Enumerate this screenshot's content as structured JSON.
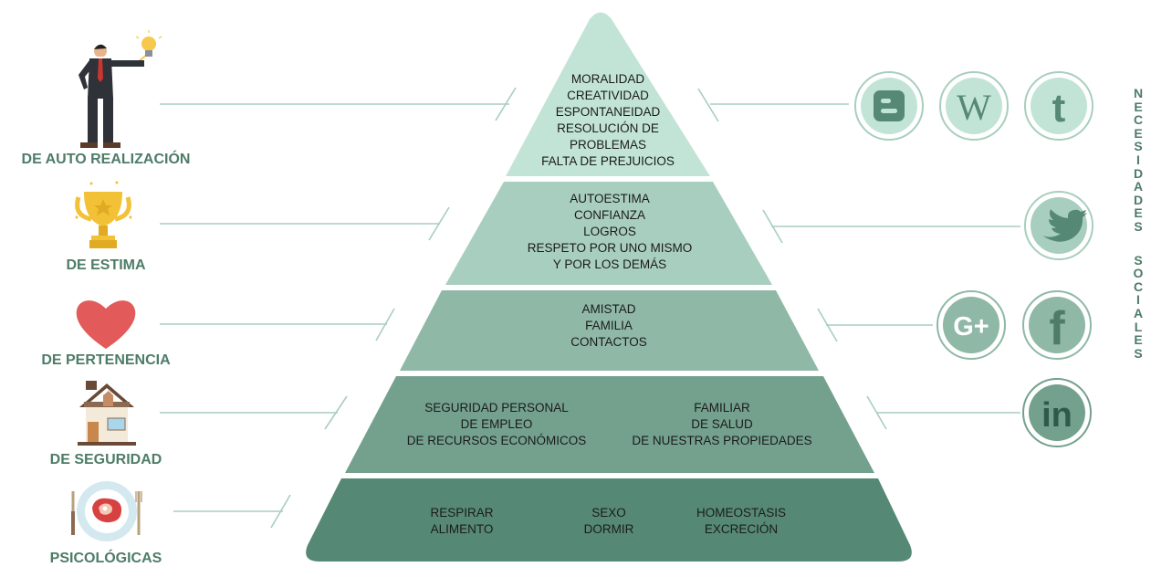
{
  "levels": [
    {
      "label": "DE AUTO REALIZACIÓN",
      "icon": "businessman-lightbulb-icon",
      "items": [
        "MORALIDAD",
        "CREATIVIDAD",
        "ESPONTANEIDAD",
        "RESOLUCIÓN DE",
        "PROBLEMAS",
        "FALTA DE PREJUICIOS"
      ]
    },
    {
      "label": "DE ESTIMA",
      "icon": "trophy-icon",
      "items": [
        "AUTOESTIMA",
        "CONFIANZA",
        "LOGROS",
        "RESPETO POR UNO MISMO",
        "Y POR LOS DEMÁS"
      ]
    },
    {
      "label": "DE PERTENENCIA",
      "icon": "heart-icon",
      "items": [
        "AMISTAD",
        "FAMILIA",
        "CONTACTOS"
      ]
    },
    {
      "label": "DE SEGURIDAD",
      "icon": "house-icon",
      "left_items": [
        "SEGURIDAD PERSONAL",
        "DE EMPLEO",
        "DE RECURSOS ECONÓMICOS"
      ],
      "right_items": [
        "FAMILIAR",
        "DE SALUD",
        "DE NUESTRAS PROPIEDADES"
      ]
    },
    {
      "label": "PSICOLÓGICAS",
      "icon": "plate-steak-icon",
      "col1": [
        "RESPIRAR",
        "ALIMENTO"
      ],
      "col2": [
        "SEXO",
        "DORMIR"
      ],
      "col3": [
        "HOMEOSTASIS",
        "EXCRECIÓN"
      ]
    }
  ],
  "tier_colors": [
    "#c2e4d6",
    "#a8cebf",
    "#8fb8a6",
    "#73a18d",
    "#568975"
  ],
  "social_icons": [
    "blogger-icon",
    "wordpress-icon",
    "tumblr-icon",
    "twitter-icon",
    "google-plus-icon",
    "facebook-icon",
    "linkedin-icon"
  ],
  "side_label": {
    "word1": "NECESIDADES",
    "word2": "SOCIALES"
  }
}
